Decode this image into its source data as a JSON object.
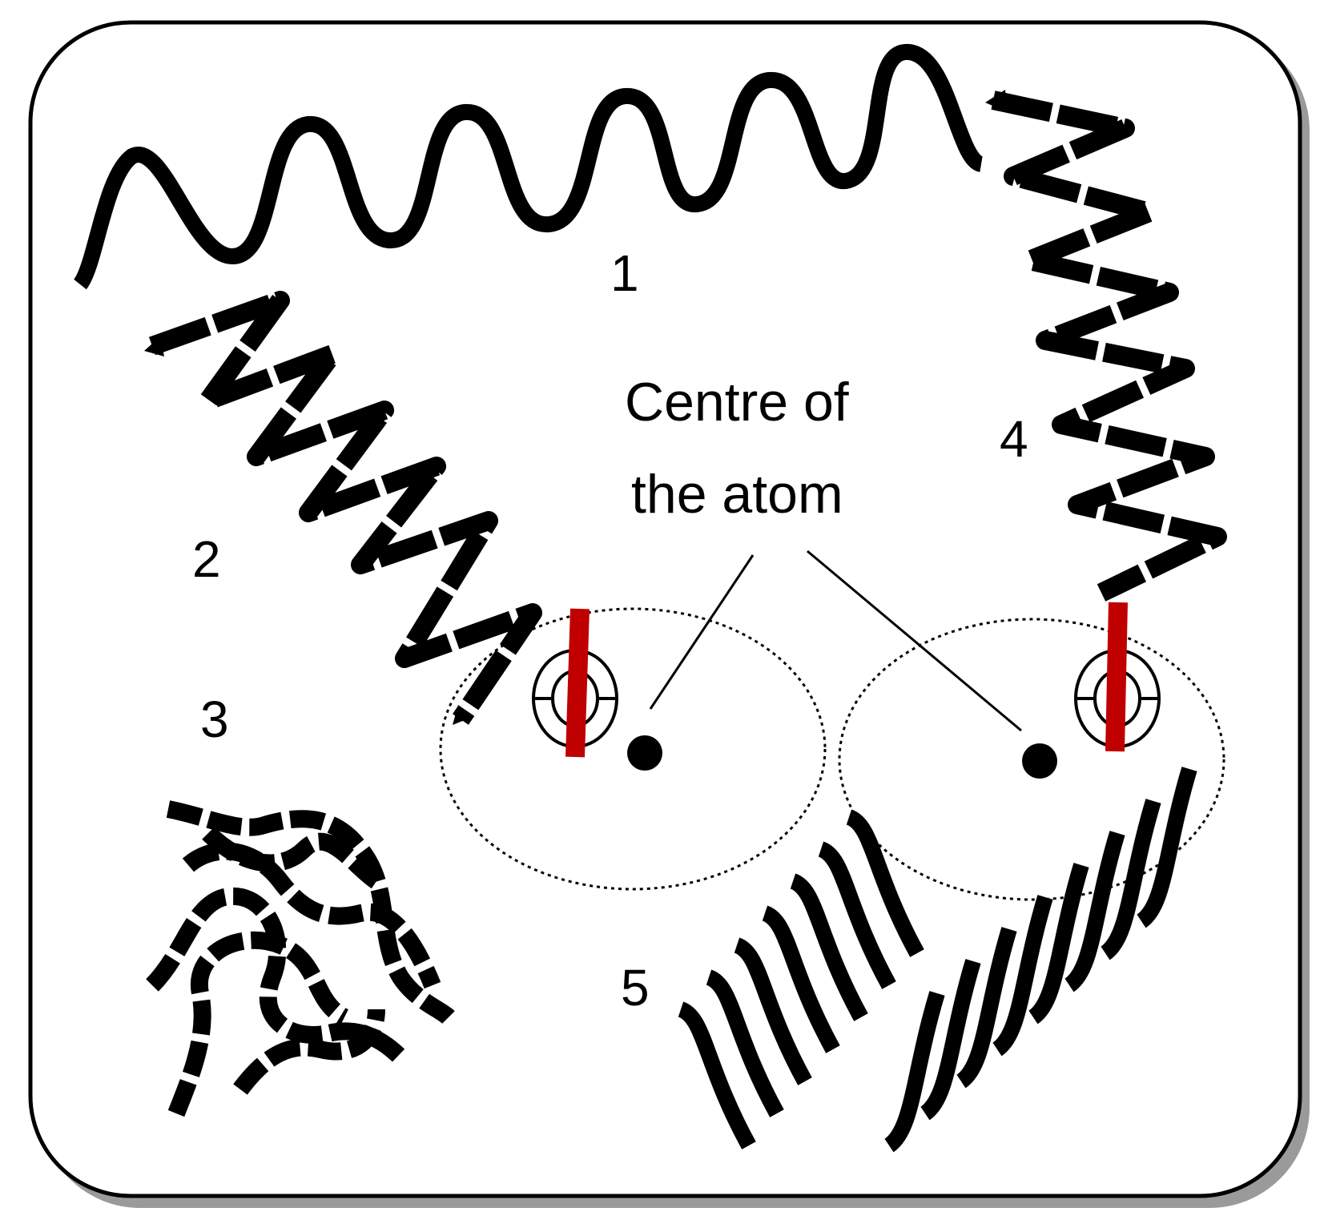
{
  "labels": {
    "region_1": "1",
    "region_2": "2",
    "region_3": "3",
    "region_4": "4",
    "region_5": "5",
    "centre_line1": "Centre of",
    "centre_line2": "the atom"
  },
  "colors": {
    "ink": "#000000",
    "bond_red": "#c00000",
    "background": "#ffffff",
    "shadow": "#9a9a9a"
  },
  "icons": {
    "atom_marker": "circle-with-crosshair-icon",
    "atom_centre": "filled-dot-icon"
  }
}
